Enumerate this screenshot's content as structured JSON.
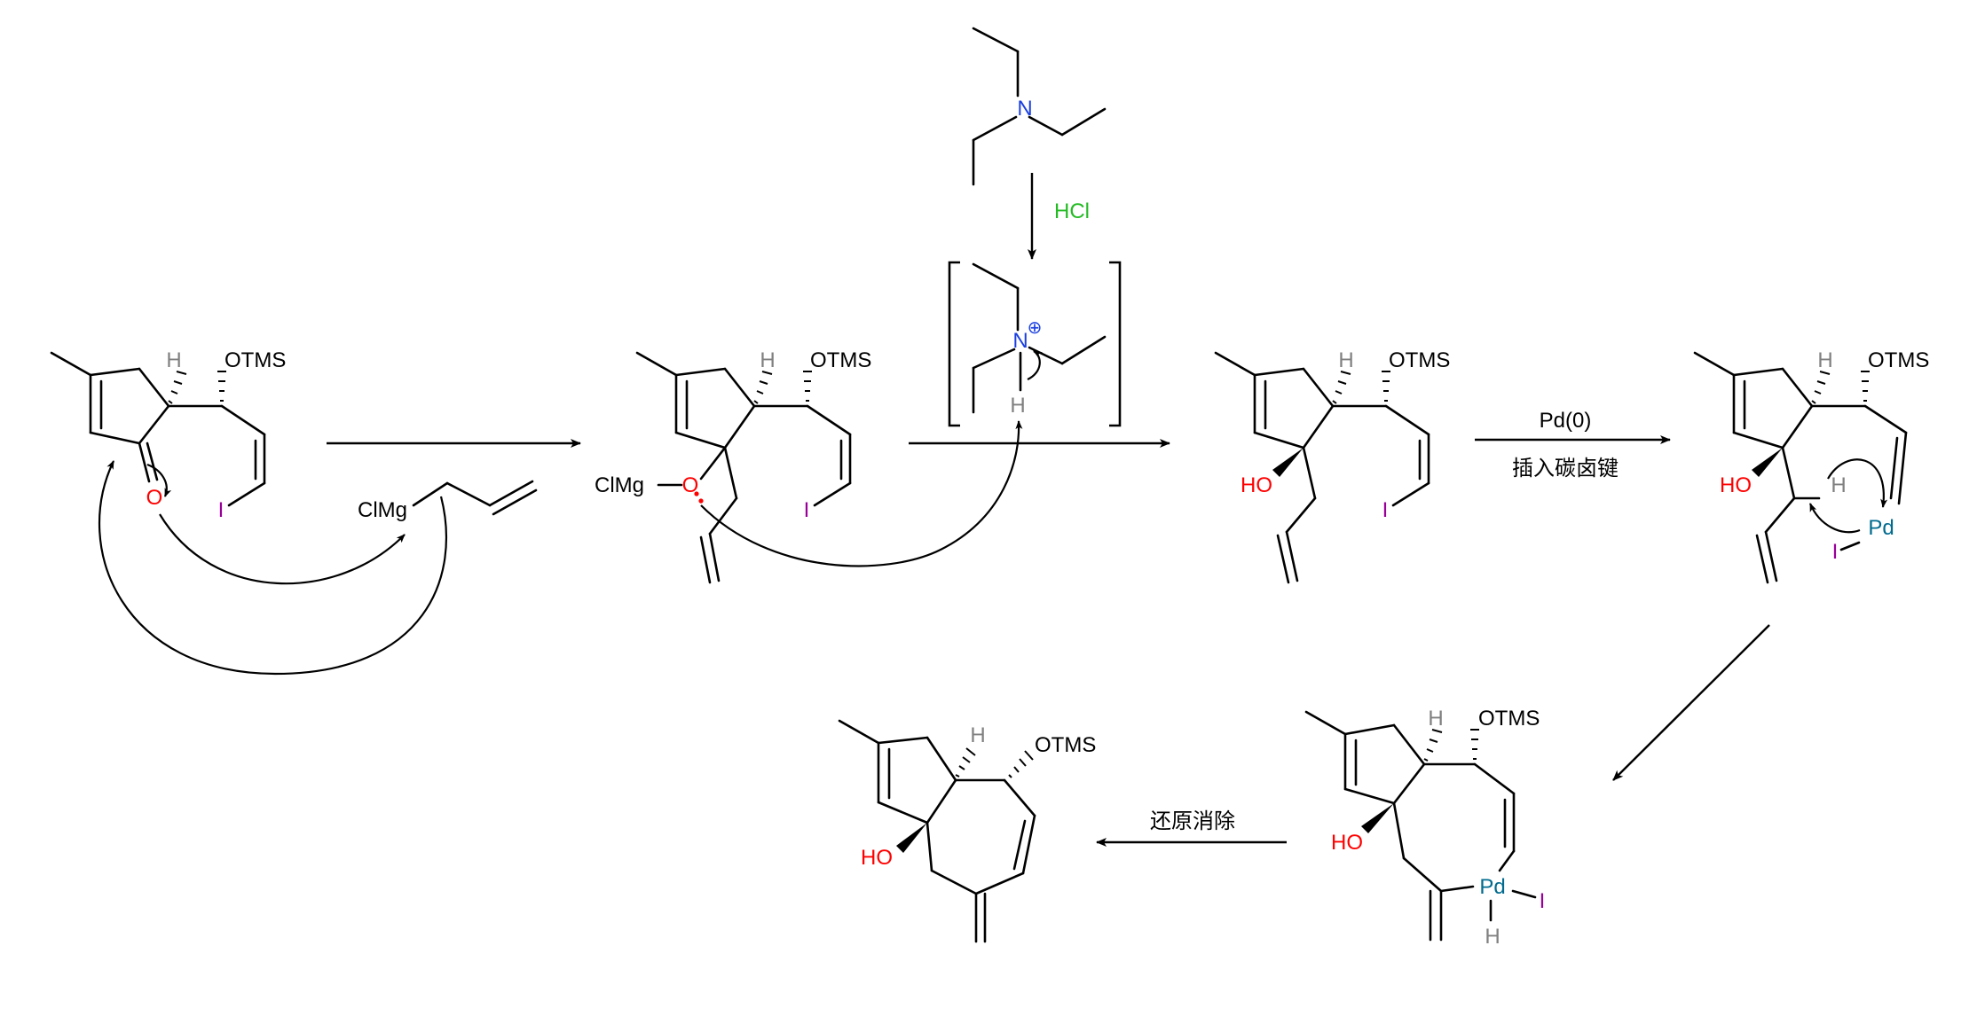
{
  "colors": {
    "text": "#000000",
    "oxygen": "#ff0000",
    "iodine": "#990099",
    "hydrogen": "#808080",
    "nitrogen": "#1a3fe0",
    "palladium": "#006b8f",
    "hcl": "#22bb22"
  },
  "atoms": {
    "h": "H",
    "otms": "OTMS",
    "o": "O",
    "i": "I",
    "ho": "HO",
    "n": "N",
    "pd": "Pd",
    "plus": "⊕",
    "clmg": "ClMg",
    "clmg_o": "ClMg"
  },
  "reagents": {
    "hcl": "HCl",
    "pd0": "Pd(0)",
    "insertion": "插入碳卤键",
    "elimination": "还原消除"
  }
}
